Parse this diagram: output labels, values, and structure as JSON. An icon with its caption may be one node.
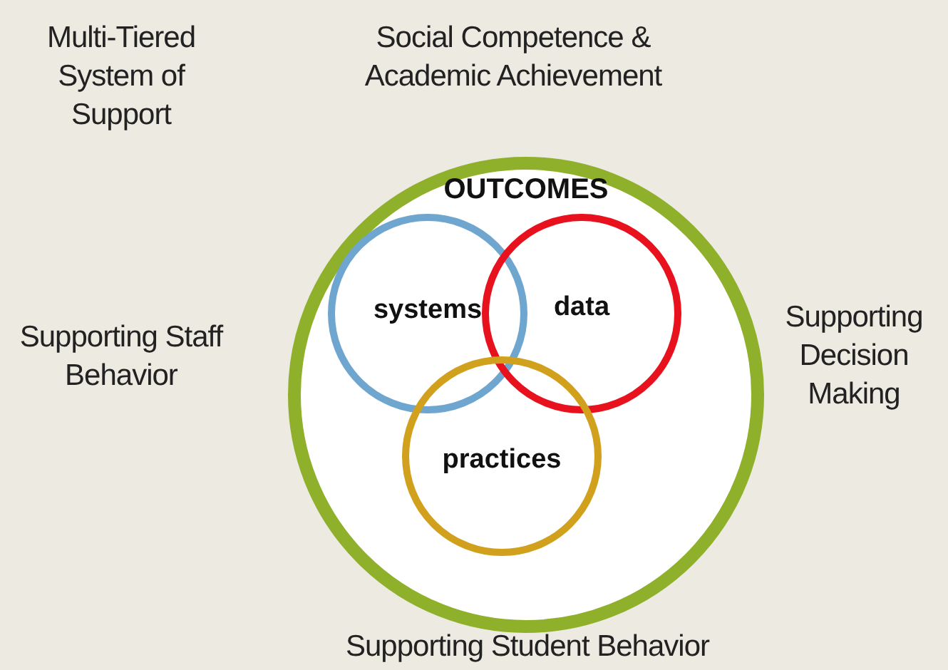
{
  "diagram": {
    "nodes": [
      {
        "text": [
          "OUTCOMES"
        ]
      },
      {
        "text": [
          "systems"
        ],
        "in": 0
      },
      {
        "text": [
          "data"
        ],
        "in": 0
      },
      {
        "text": [
          "practices"
        ],
        "in": 0
      }
    ],
    "labels": [
      "Multi-Tiered System of Support",
      "Social Competence & Academic Achievement",
      "Supporting Staff Behavior",
      "Supporting Decision Making",
      "Supporting Student Behavior"
    ]
  }
}
